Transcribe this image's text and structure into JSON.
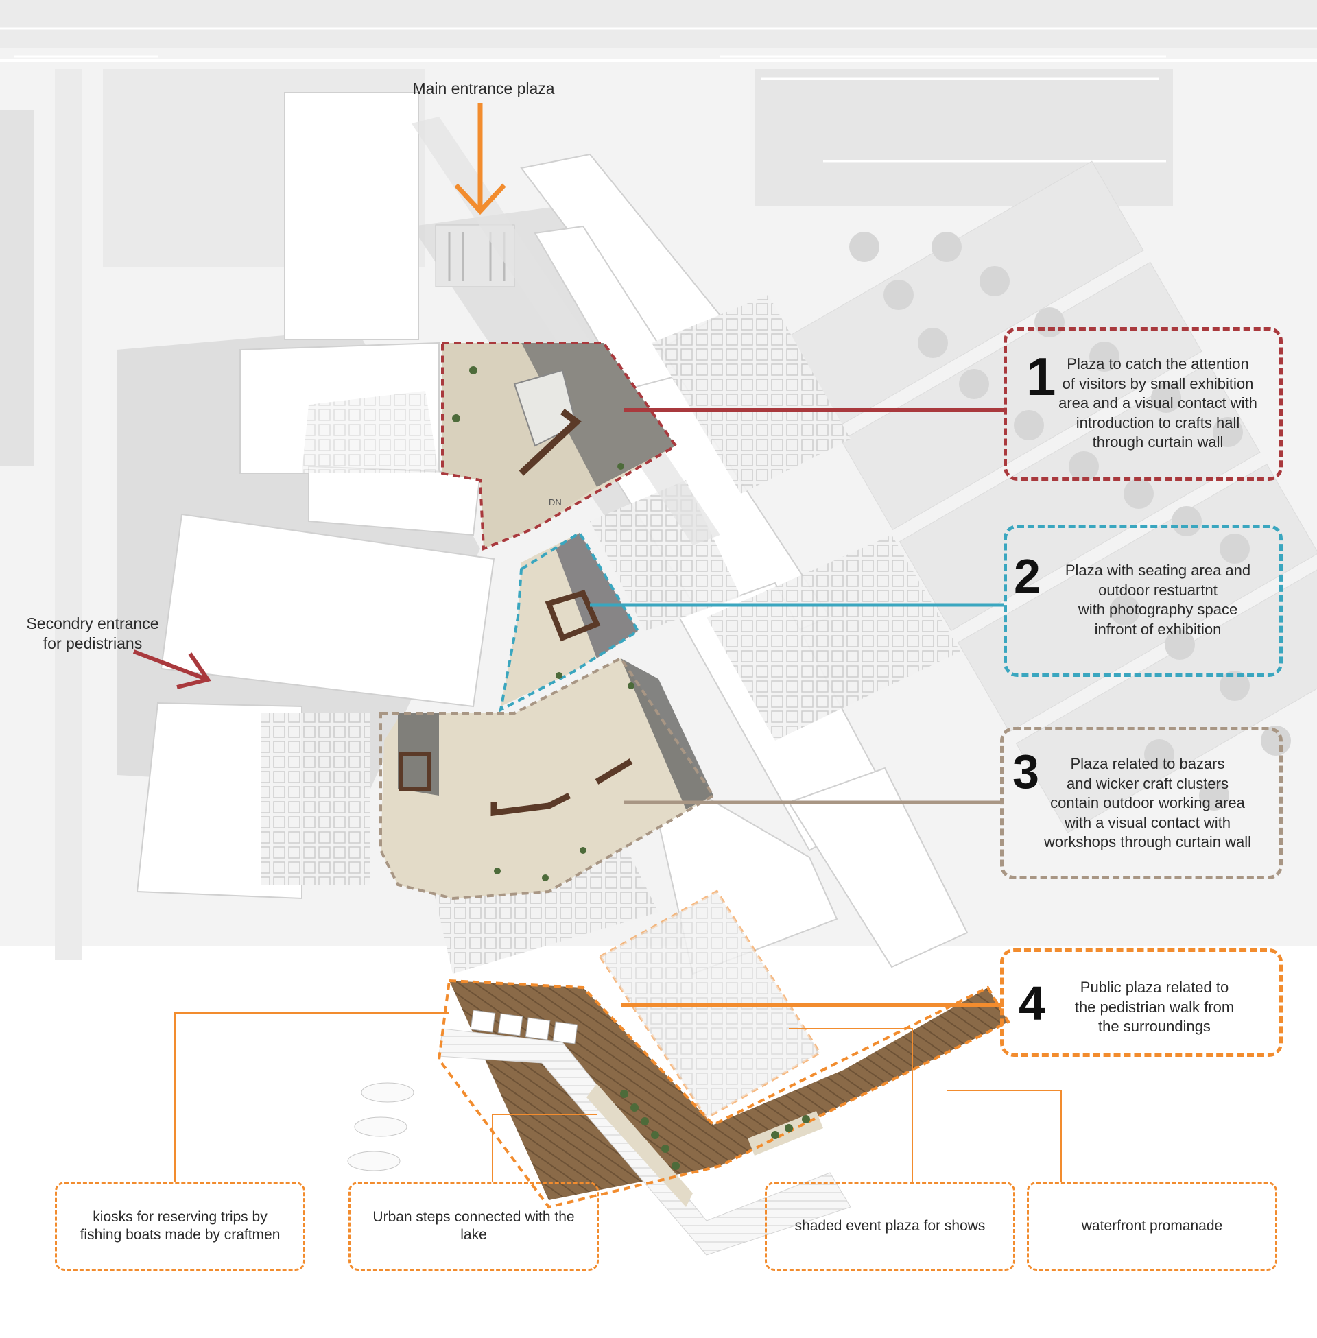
{
  "labels": {
    "main_entrance": "Main entrance plaza",
    "secondary_entrance_line1": "Secondry entrance",
    "secondary_entrance_line2": "for pedistrians",
    "dn": "DN"
  },
  "callouts": [
    {
      "number": "1",
      "color": "#a9393d",
      "lines": [
        "Plaza to catch the attention",
        "of visitors by small exhibition",
        "area and a visual contact with",
        "introduction to crafts hall",
        "through curtain wall"
      ]
    },
    {
      "number": "2",
      "color": "#3aa6bf",
      "lines": [
        "Plaza with seating area and",
        "outdoor restuartnt",
        "with photography space",
        "infront of exhibition"
      ]
    },
    {
      "number": "3",
      "color": "#a89684",
      "lines": [
        "Plaza related to bazars",
        "and wicker craft clusters",
        "contain outdoor working area",
        "with a visual contact with",
        "workshops through curtain wall"
      ]
    },
    {
      "number": "4",
      "color": "#f28c2e",
      "lines": [
        "Public plaza related to",
        "the pedistrian walk from",
        "the surroundings"
      ]
    }
  ],
  "bottom_labels": [
    {
      "lines": [
        "kiosks for reserving trips by",
        "fishing boats made by craftmen"
      ]
    },
    {
      "lines": [
        "Urban steps connected with the",
        "lake"
      ]
    },
    {
      "lines": [
        "shaded event plaza for shows"
      ]
    },
    {
      "lines": [
        "waterfront promanade"
      ]
    }
  ],
  "colors": {
    "entrance_arrow": "#f28c2e",
    "secondary_arrow": "#a9393d",
    "plaza_paving": "#e6ddc9",
    "wood_deck": "#8a6a48",
    "background": "#f4f4f4"
  }
}
